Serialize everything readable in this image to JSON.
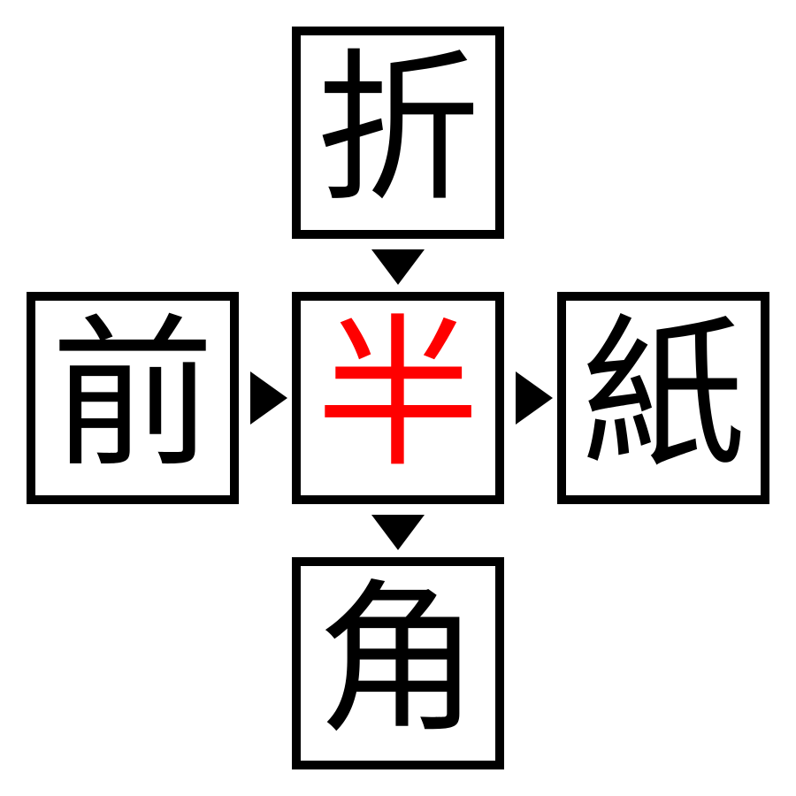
{
  "puzzle": {
    "top": "折",
    "left": "前",
    "center": "半",
    "right": "紙",
    "bottom": "角",
    "center_color": "#ff0000",
    "text_color": "#000000"
  }
}
